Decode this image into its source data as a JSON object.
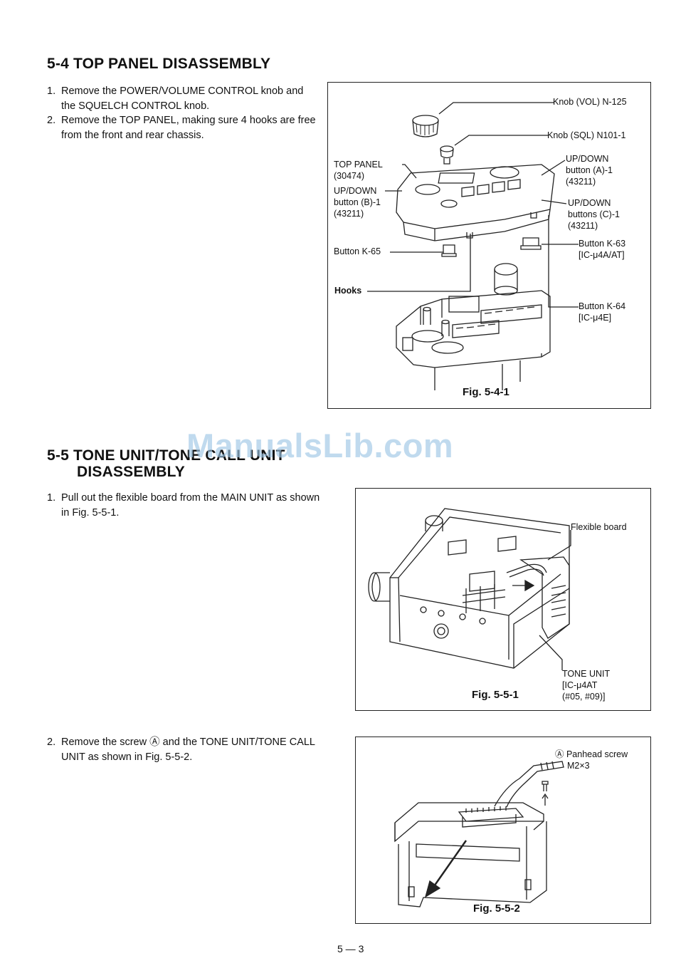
{
  "sec54": {
    "title": "5-4 TOP PANEL DISASSEMBLY",
    "steps": [
      {
        "num": "1.",
        "text": "Remove the POWER/VOLUME CONTROL knob and the SQUELCH CONTROL knob."
      },
      {
        "num": "2.",
        "text": "Remove the TOP PANEL, making sure 4 hooks are free from the front and rear chassis."
      }
    ],
    "figure": {
      "caption": "Fig. 5-4-1",
      "labels": {
        "knob_vol": "Knob (VOL) N-125",
        "knob_sql": "Knob (SQL) N101-1",
        "top_panel": "TOP PANEL",
        "top_panel_code": "(30474)",
        "updown_b_1": "UP/DOWN",
        "updown_b_2": "button (B)-1",
        "updown_b_3": "(43211)",
        "updown_a_1": "UP/DOWN",
        "updown_a_2": "button (A)-1",
        "updown_a_3": "(43211)",
        "updown_c_1": "UP/DOWN",
        "updown_c_2": "buttons (C)-1",
        "updown_c_3": "(43211)",
        "button_k65": "Button K-65",
        "button_k63_1": "Button K-63",
        "button_k63_2": "[IC-μ4A/AT]",
        "hooks": "Hooks",
        "button_k64_1": "Button K-64",
        "button_k64_2": "[IC-μ4E]"
      }
    }
  },
  "watermark": "ManualsLib.com",
  "sec55": {
    "title_line1": "5-5 TONE UNIT/TONE CALL UNIT",
    "title_line2": "DISASSEMBLY",
    "steps": [
      {
        "num": "1.",
        "text": "Pull out the flexible board from the MAIN UNIT as shown in Fig. 5-5-1."
      },
      {
        "num": "2.",
        "text": "Remove the screw Ⓐ and the TONE UNIT/TONE CALL UNIT as shown in Fig. 5-5-2."
      }
    ],
    "figure1": {
      "caption": "Fig. 5-5-1",
      "labels": {
        "flexible_board": "Flexible board",
        "tone_unit_1": "TONE UNIT",
        "tone_unit_2": "[IC-μ4AT",
        "tone_unit_3": "(#05, #09)]"
      }
    },
    "figure2": {
      "caption": "Fig. 5-5-2",
      "labels": {
        "panhead_1": "Ⓐ Panhead screw",
        "panhead_2": "M2×3"
      }
    }
  },
  "page_number": "5 — 3"
}
